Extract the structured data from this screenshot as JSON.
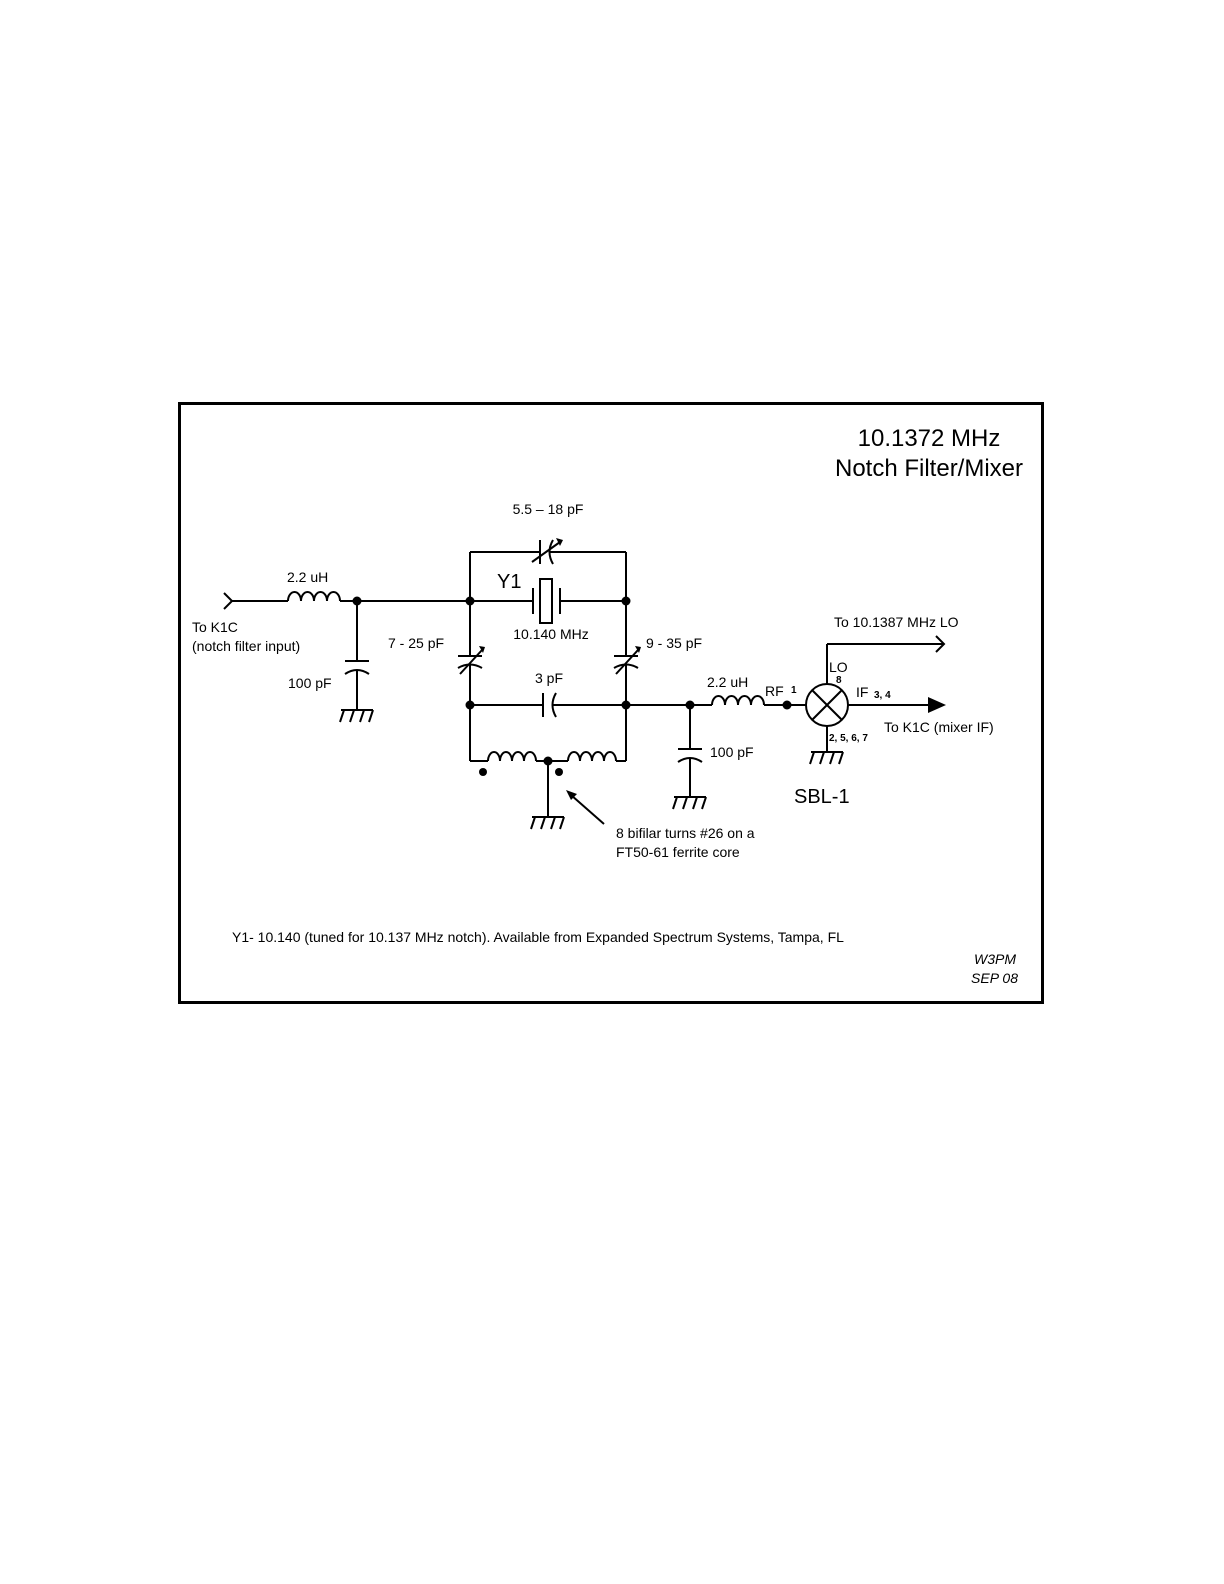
{
  "title": {
    "line1": "10.1372 MHz",
    "line2": "Notch Filter/Mixer"
  },
  "labels": {
    "input_l": "2.2 uH",
    "input_to_line1": "To K1C",
    "input_to_line2": "(notch filter input)",
    "input_c": "100 pF",
    "trimmer_top": "5.5 – 18 pF",
    "crystal_ref": "Y1",
    "crystal_freq": "10.140 MHz",
    "trimmer_left": "7 - 25 pF",
    "trimmer_right": "9 - 35 pF",
    "cap_3pf": "3 pF",
    "output_l": "2.2 uH",
    "output_c": "100 pF",
    "rf_port": "RF",
    "rf_pin": "1",
    "lo_port": "LO",
    "lo_pin": "8",
    "if_port": "IF",
    "if_pins": "3, 4",
    "gnd_pins": "2, 5, 6, 7",
    "lo_source": "To 10.1387 MHz LO",
    "if_dest": "To K1C (mixer IF)",
    "mixer_part": "SBL-1",
    "toroid_note_line1": "8 bifilar turns #26 on a",
    "toroid_note_line2": "FT50-61 ferrite core",
    "footnote": "Y1- 10.140 (tuned for 10.137 MHz notch). Available from Expanded Spectrum Systems, Tampa, FL",
    "author": "W3PM",
    "date": "SEP 08"
  }
}
